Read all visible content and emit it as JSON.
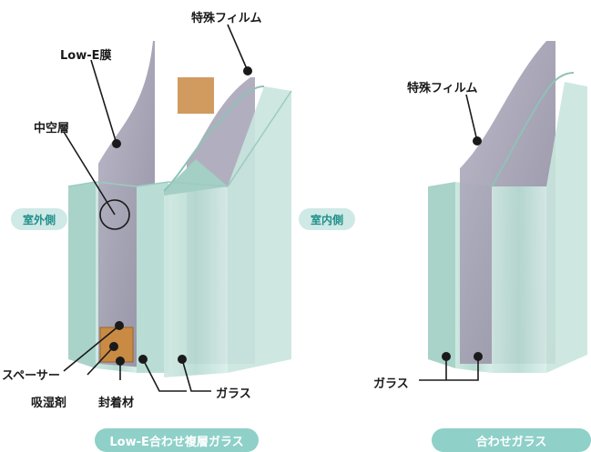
{
  "labels": {
    "special_film_left": "特殊フィルム",
    "low_e_film": "Low-E膜",
    "hollow_layer": "中空層",
    "spacer": "スペーサー",
    "desiccant": "吸湿剤",
    "sealant": "封着材",
    "glass_left": "ガラス",
    "special_film_right": "特殊フィルム",
    "glass_right": "ガラス"
  },
  "sides": {
    "outdoor": "室外側",
    "indoor": "室内側"
  },
  "captions": {
    "left": "Low-E合わせ複層ガラス",
    "right": "合わせガラス"
  },
  "colors": {
    "glass": "#bfe0d8",
    "glass_edge": "#9ccbc1",
    "film": "#a9a6b8",
    "spacer": "#c98a43",
    "pill_bg": "#cfe9e6",
    "pill_text": "#1f8f8a",
    "caption_bg": "#8fd0c8"
  }
}
